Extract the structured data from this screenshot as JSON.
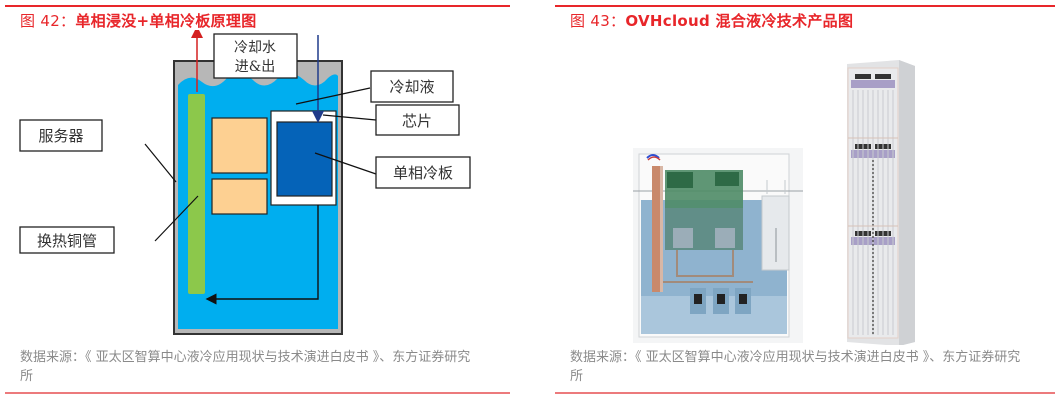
{
  "figure42": {
    "title_prefix": "图 42：",
    "title_text": "单相浸没+单相冷板原理图",
    "labels": {
      "cooling_water": "冷却水",
      "in_out": "进&出",
      "coolant": "冷却液",
      "server": "服务器",
      "chip": "芯片",
      "cold_plate": "单相冷板",
      "copper_pipe": "换热铜管"
    },
    "source_line1": "数据来源：《 亚太区智算中心液冷应用现状与技术演进白皮书 》、东方证券研究",
    "source_line2": "所",
    "colors": {
      "tank_border": "#333333",
      "tank_gray": "#b7b7b7",
      "liquid": "#00aeef",
      "pipe": "#8cc84b",
      "component": "#fdd092",
      "cold_plate": "#0563b8",
      "arrow_up": "#d42020",
      "arrow_down": "#1f3b8a"
    }
  },
  "figure43": {
    "title_prefix": "图 43：",
    "title_text": "OVHcloud 混合液冷技术产品图",
    "image_alt": "OVHcloud immersion tank with server board and liquid-cooled rack",
    "source_line1": "数据来源：《 亚太区智算中心液冷应用现状与技术演进白皮书 》、东方证券研究",
    "source_line2": "所"
  },
  "theme": {
    "accent": "#e8262a",
    "source_text": "#8a8a8a"
  }
}
